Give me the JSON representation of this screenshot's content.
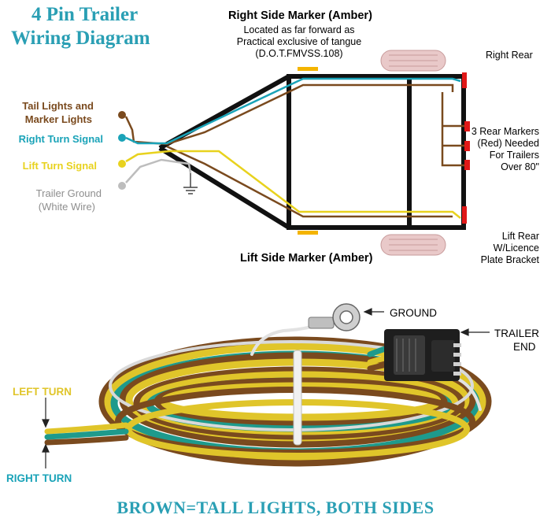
{
  "title": {
    "line1": "4 Pin Trailer",
    "line2": "Wiring Diagram"
  },
  "markers": {
    "right_side": {
      "title": "Right Side Marker (Amber)",
      "note1": "Located as far forward as",
      "note2": "Practical exclusive of tangue",
      "note3": "(D.O.T.FMVSS.108)"
    },
    "left_side": {
      "title": "Lift Side Marker (Amber)"
    },
    "right_rear": "Right Rear",
    "rear_markers": {
      "line1": "3 Rear Markers",
      "line2": "(Red) Needed",
      "line3": "For Trailers",
      "line4": "Over 80\""
    },
    "left_rear": {
      "line1": "Lift Rear",
      "line2": "W/Licence",
      "line3": "Plate Bracket"
    }
  },
  "wires": {
    "tail": {
      "line1": "Tail Lights and",
      "line2": "Marker Lights",
      "color": "#7a4a1e"
    },
    "right_turn": {
      "label": "Right Turn Signal",
      "color": "#1aa3b8"
    },
    "left_turn": {
      "label": "Lift Turn Signal",
      "color": "#e8d21e"
    },
    "ground": {
      "line1": "Trailer Ground",
      "line2": "(White Wire)",
      "color": "#b0b0b0"
    }
  },
  "harness": {
    "ground_label": "GROUND",
    "trailer_end_line1": "TRAILER",
    "trailer_end_line2": "END",
    "left_turn_label": "LEFT TURN",
    "right_turn_label": "RIGHT TURN"
  },
  "footer": "BROWN=TALL LIGHTS, BOTH SIDES",
  "colors": {
    "brown": "#7a4a1e",
    "teal": "#1aa3b8",
    "yellow": "#e8d21e",
    "white_wire": "#c8c8c8",
    "amber": "#f4b400",
    "red": "#e01818",
    "tire": "#e9c9c9",
    "title": "#2a9fb4"
  }
}
